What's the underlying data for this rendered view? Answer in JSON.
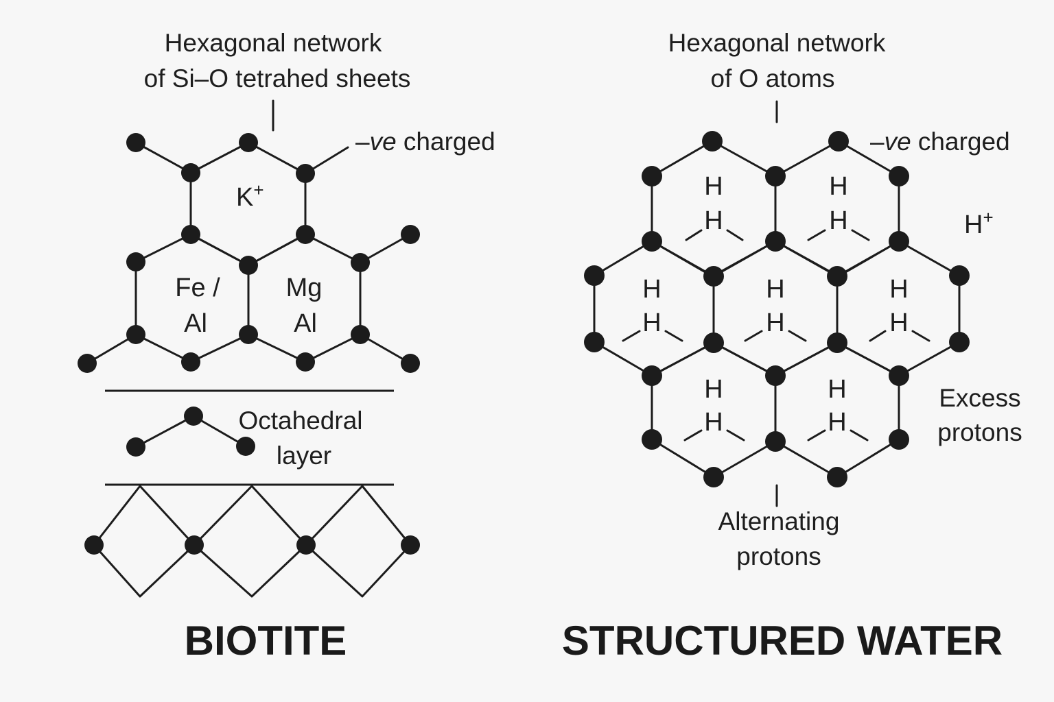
{
  "biotite": {
    "top_label": [
      "Hexagonal network",
      "of Si–O tetrahed sheets"
    ],
    "charge": {
      "sign": "–",
      "italic": "ve",
      "rest": " charged"
    },
    "ion_k": "K",
    "ion_k_sup": "+",
    "ion_left": [
      "Fe /",
      "Al"
    ],
    "ion_right": [
      "Mg",
      "Al"
    ],
    "octahedral_label": [
      "Octahedral",
      "layer"
    ],
    "title": "BIOTITE"
  },
  "water": {
    "top_label": [
      "Hexagonal network",
      "of O atoms"
    ],
    "charge": {
      "sign": "–",
      "italic": "ve",
      "rest": " charged"
    },
    "h_plus": "H",
    "h_plus_sup": "+",
    "h_atom": "H",
    "excess_label": [
      "Excess",
      "protons"
    ],
    "alternating_label": [
      "Alternating",
      "protons"
    ],
    "title": "STRUCTURED WATER"
  }
}
